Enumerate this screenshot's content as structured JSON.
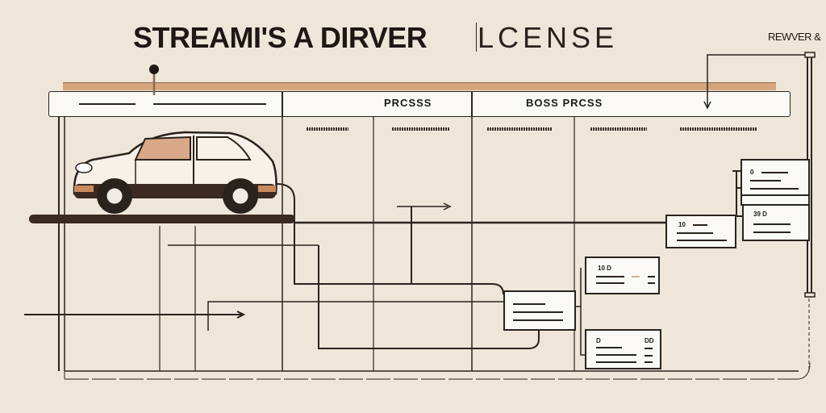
{
  "title": {
    "bold": "STREAMI'S A DIRVER",
    "thin": "LCENSE"
  },
  "reviewer_label": "REWVER &",
  "header": {
    "columns": [
      "PRCSSS",
      "BOSS PRCSS"
    ]
  },
  "boxes": [
    {
      "label": "10"
    },
    {
      "label": "0"
    },
    {
      "label": "39 D"
    },
    {
      "label": "10 D"
    },
    {
      "label": ""
    },
    {
      "label": "D",
      "right": "DD"
    }
  ],
  "colors": {
    "background": "#efe6da",
    "accent_bar": "#d6a57c",
    "line": "#2a221d",
    "car_body": "#f7f1ea",
    "car_window": "#d9a888"
  }
}
